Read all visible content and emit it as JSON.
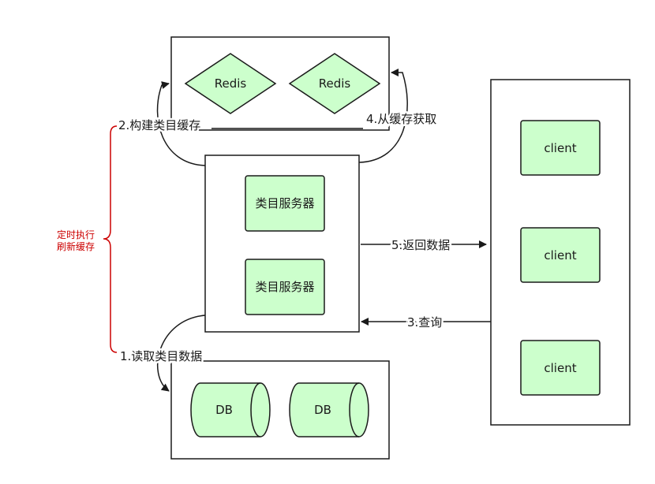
{
  "redis_nodes": [
    "Redis",
    "Redis"
  ],
  "db_nodes": [
    "DB",
    "DB"
  ],
  "service_nodes": [
    "类目服务器",
    "类目服务器"
  ],
  "client_nodes": [
    "client",
    "client",
    "client"
  ],
  "steps": {
    "read": "1.读取类目数据",
    "build": "2.构建类目缓存",
    "query": "3.查询",
    "fetch": "4.从缓存获取",
    "return": "5.返回数据"
  },
  "schedule_label": [
    "定时执行",
    "刷新缓存"
  ],
  "colors": {
    "node_fill": "#ccffcc",
    "stroke": "#1a1a1a",
    "brace": "#cc0000",
    "text": "#1a1a1a"
  }
}
